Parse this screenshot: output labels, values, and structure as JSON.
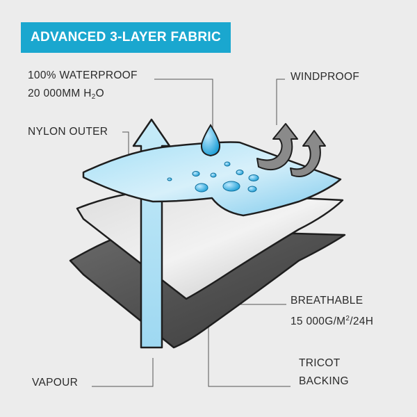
{
  "banner": {
    "title": "ADVANCED 3-LAYER FABRIC"
  },
  "labels": {
    "waterproof_line1": "100% WATERPROOF",
    "waterproof_line2_pre": "20 000MM H",
    "waterproof_line2_sub": "2",
    "waterproof_line2_post": "O",
    "windproof": "WINDPROOF",
    "nylon_outer": "NYLON OUTER",
    "breathable_line1": "BREATHABLE",
    "breathable_line2_pre": "15 000G/M",
    "breathable_line2_sup": "2",
    "breathable_line2_post": "/24H",
    "tricot_line1": "TRICOT",
    "tricot_line2": "BACKING",
    "vapour": "VAPOUR"
  },
  "colors": {
    "background": "#ececec",
    "banner": "#1aa7cf",
    "outer_layer": "#8fd4f2",
    "middle_layer": "#c7c7c7",
    "backing_layer": "#555555",
    "arrow_fill": "#a9dcf3",
    "wind_arrow": "#8a8a8a",
    "droplet": "#29a9dc"
  },
  "icons": {
    "vapour_arrow": "up-arrow-icon",
    "water_drop": "water-drop-icon",
    "wind": "wind-arrows-icon"
  }
}
